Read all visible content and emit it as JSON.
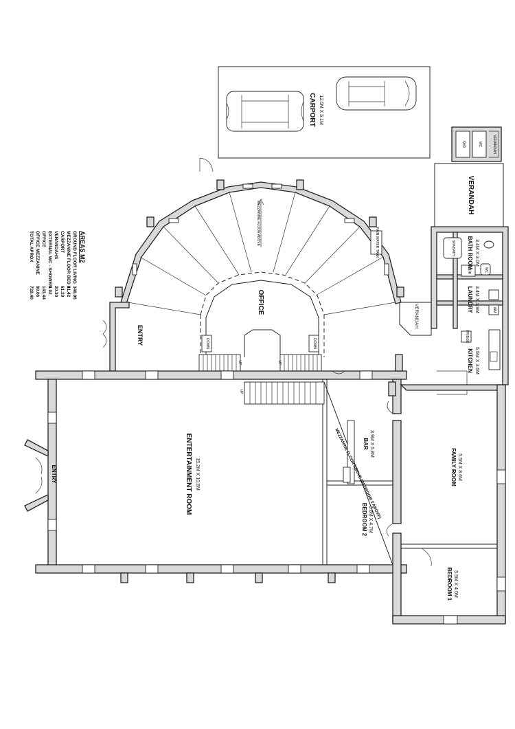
{
  "rooms": {
    "carport": {
      "name": "CARPORT",
      "dims": "12.0M X 5.1M"
    },
    "verandah_top": {
      "name": "VERANDAH"
    },
    "verandah_small": {
      "name": "VERANDAH"
    },
    "verandah_mid": {
      "name": "VERANDAH"
    },
    "bathroom": {
      "name": "BATH ROOM",
      "dims": "3.4M X 3.0M"
    },
    "laundry": {
      "name": "LAUNDRY",
      "dims": "3.4M X 1.9M"
    },
    "kitchen": {
      "name": "KITCHEN",
      "dims": "5.5M X 3.6M"
    },
    "office": {
      "name": "OFFICE"
    },
    "entry_top": {
      "name": "ENTRY"
    },
    "entry_left": {
      "name": "ENTRY"
    },
    "entertainment": {
      "name": "ENTERTAINMENT ROOM",
      "dims": "15.2M X 10.6M"
    },
    "bar": {
      "name": "BAR",
      "dims": "3.9M X 5.8M"
    },
    "bedroom2": {
      "name": "BEDROOM 2",
      "dims": "3.8M X 4.7M"
    },
    "family": {
      "name": "FAMILY ROOM",
      "dims": "5.5M X 8.6M"
    },
    "bedroom1": {
      "name": "BEDROOM 1",
      "dims": "5.5M X 4.0M"
    }
  },
  "annotations": {
    "mezzanine_above": "MEZZANINE FLOOR ABOVE",
    "mezzanine_bedroom3": "MEZZANINE FLOOR ABOVE (BEDROOM 3 ABOVE)",
    "rainwater_tank": "RAIN WATER TANK",
    "spa_bath": "SPA BATH",
    "shr": "SHR",
    "wc": "WC",
    "wm": "WM",
    "fridge": "FRIDGE",
    "up": "UP",
    "down": "DOWN"
  },
  "areas": {
    "title": "AREAS M2",
    "rows": [
      {
        "label": "GROUND FLOOR LIVING",
        "value": "348.96"
      },
      {
        "label": "MEZZANINE FLOOR BED 3",
        "value": "41.42"
      },
      {
        "label": "CARPORT",
        "value": "61.20"
      },
      {
        "label": "VERANDAHS",
        "value": "20.30"
      },
      {
        "label": "EXTERNAL WC - SHOWER",
        "value": "4.02"
      },
      {
        "label": "OFFICE",
        "value": "143.44"
      },
      {
        "label": "OFFICE MEZZANINE",
        "value": "90.06"
      },
      {
        "label": "TOTAL APROX",
        "value": "729.40"
      }
    ]
  }
}
